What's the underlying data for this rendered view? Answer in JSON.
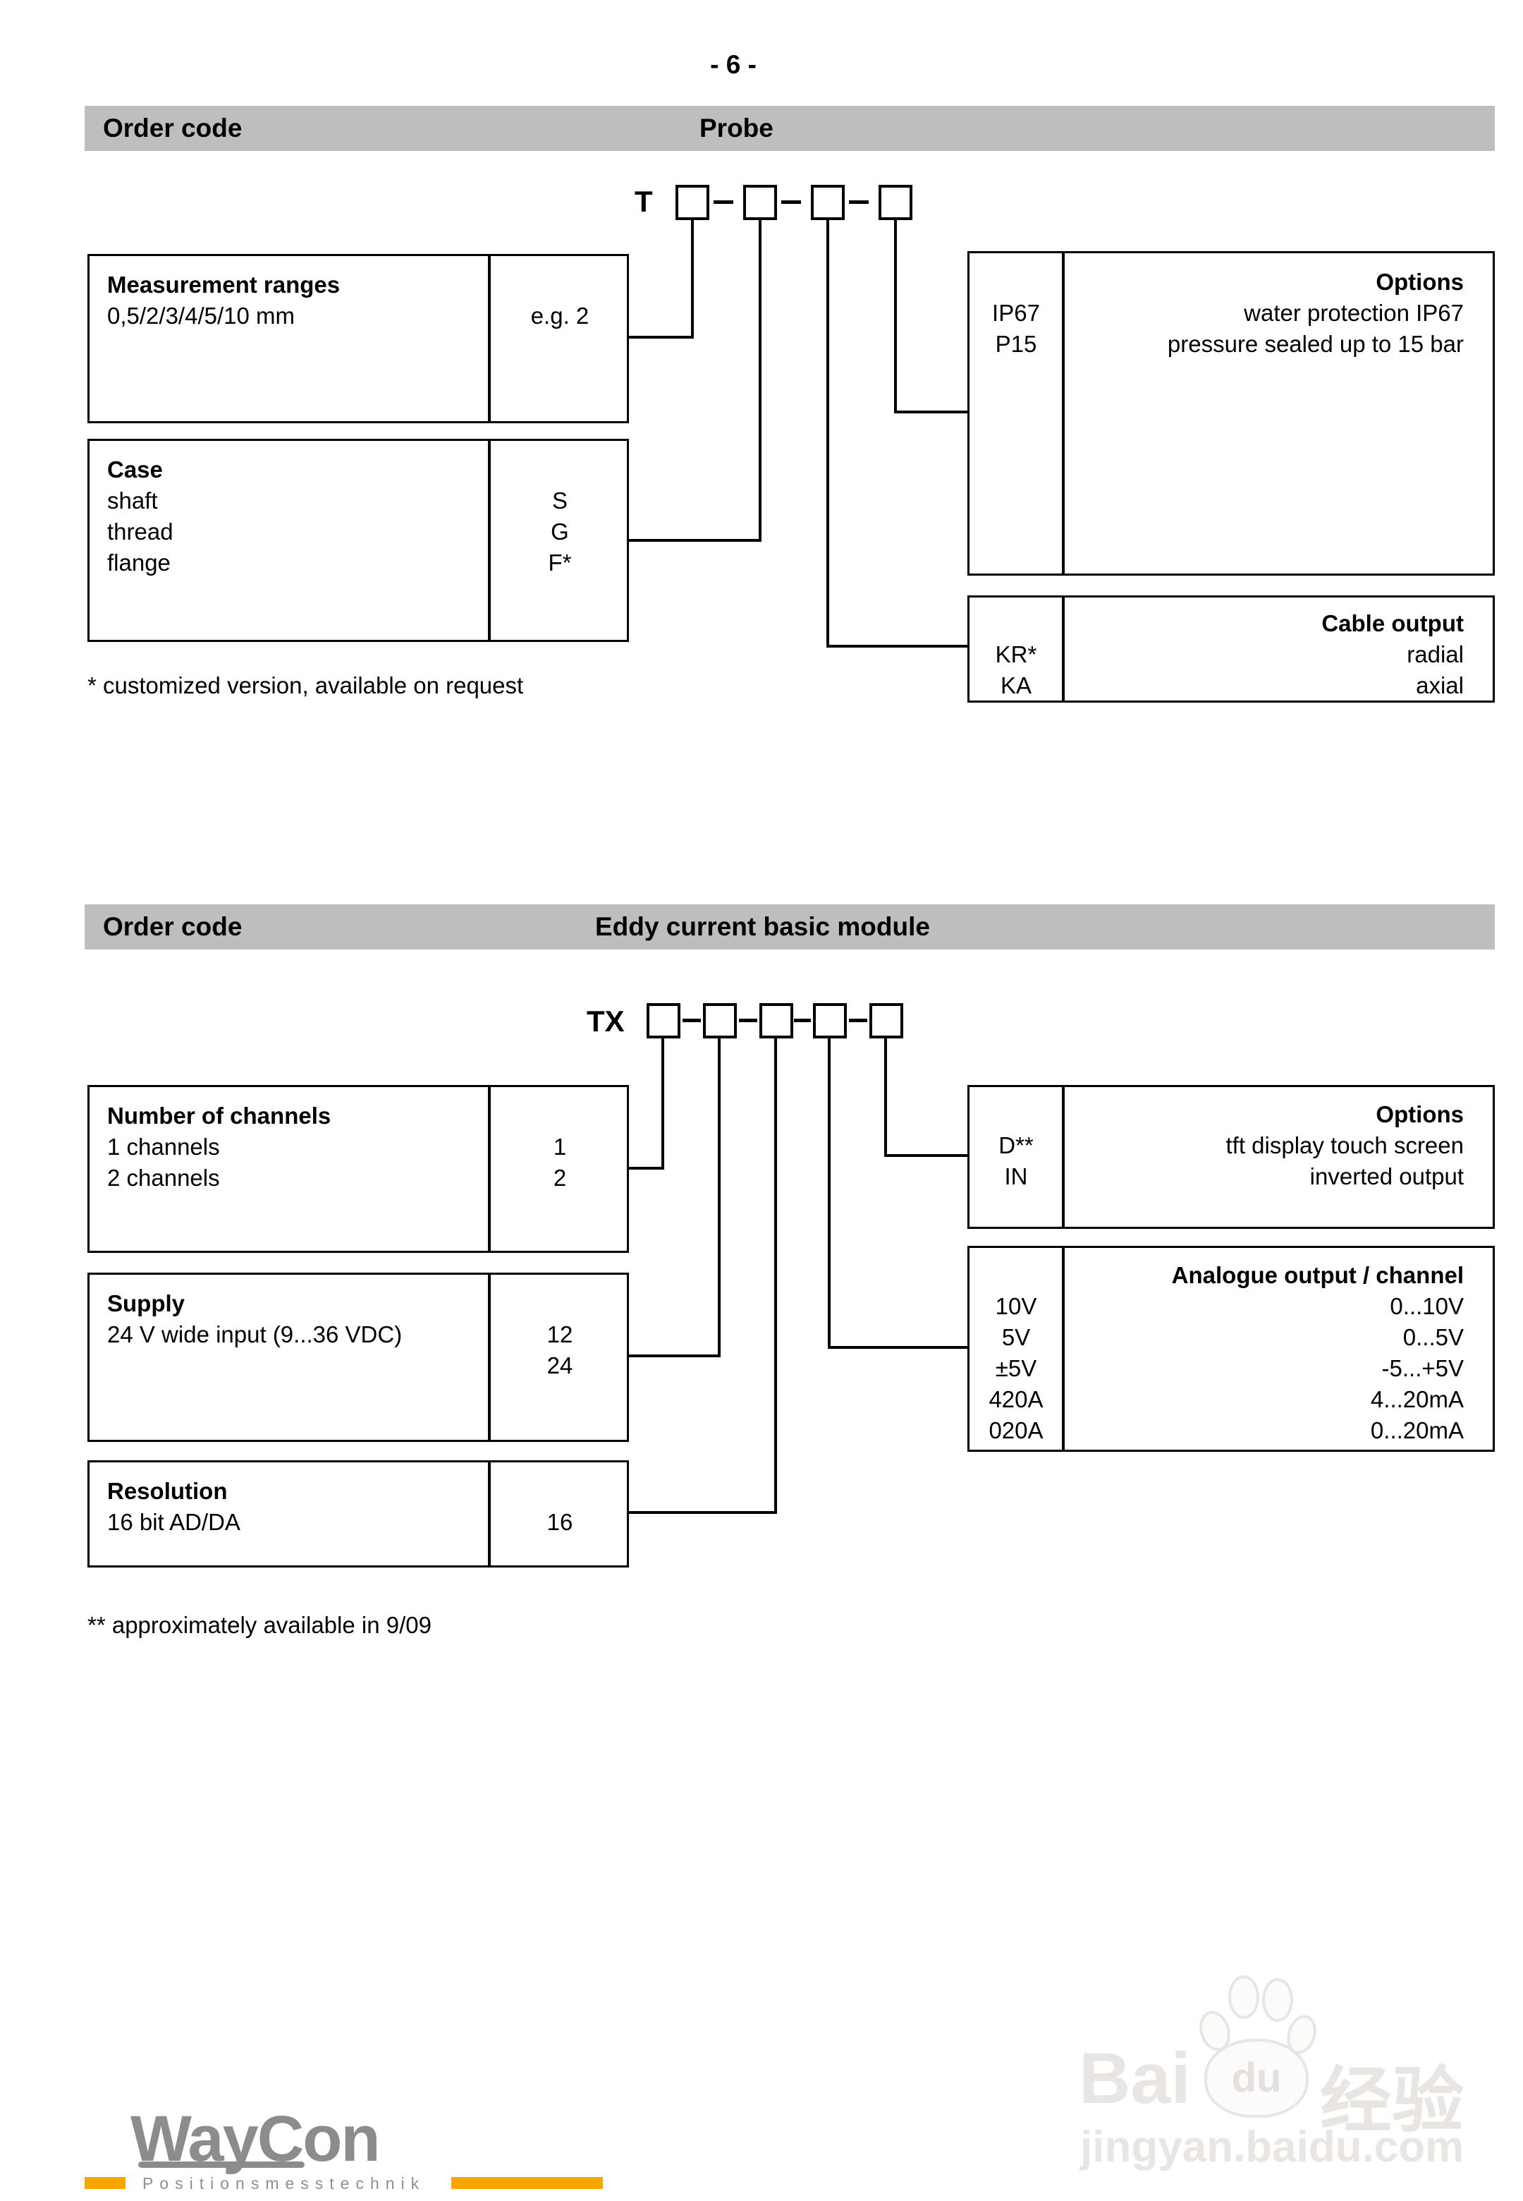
{
  "page": {
    "number": "- 6 -"
  },
  "colors": {
    "bar_gray": "#BEBEBE",
    "line_black": "#000000",
    "logo_gray": "#8C8C8C",
    "accent_orange": "#F7A600",
    "watermark_gray": "#E8E5E2"
  },
  "section1": {
    "header": {
      "left": "Order code",
      "right": "Probe"
    },
    "diagram": {
      "prefix": "T"
    },
    "measurement": {
      "title": "Measurement ranges",
      "desc": "0,5/2/3/4/5/10 mm",
      "value": "e.g. 2"
    },
    "case": {
      "title": "Case",
      "items": [
        "shaft",
        "thread",
        "flange"
      ],
      "values": [
        "S",
        "G",
        "F*"
      ]
    },
    "options": {
      "title": "Options",
      "codes": [
        "IP67",
        "P15"
      ],
      "lines": [
        "water protection IP67",
        "pressure sealed up to 15 bar"
      ]
    },
    "cable": {
      "title": "Cable output",
      "codes": [
        "KR*",
        "KA"
      ],
      "lines": [
        "radial",
        "axial"
      ]
    },
    "footnote": "* customized version, available on request"
  },
  "section2": {
    "header": {
      "left": "Order code",
      "right": "Eddy current basic module"
    },
    "diagram": {
      "prefix": "TX"
    },
    "channels": {
      "title": "Number of channels",
      "items": [
        "1 channels",
        "2 channels"
      ],
      "values": [
        "1",
        "2"
      ]
    },
    "supply": {
      "title": "Supply",
      "items": [
        "24 V wide input (9...36 VDC)"
      ],
      "values": [
        "12",
        "24"
      ]
    },
    "resolution": {
      "title": "Resolution",
      "items": [
        "16 bit AD/DA"
      ],
      "values": [
        "16"
      ]
    },
    "options": {
      "title": "Options",
      "codes": [
        "D**",
        "IN"
      ],
      "lines": [
        "tft display touch screen",
        "inverted output"
      ]
    },
    "analogue": {
      "title": "Analogue output / channel",
      "codes": [
        "10V",
        "5V",
        "±5V",
        "420A",
        "020A"
      ],
      "lines": [
        "0...10V",
        "0...5V",
        "-5...+5V",
        "4...20mA",
        "0...20mA"
      ]
    },
    "footnote": "** approximately available in 9/09"
  },
  "footer": {
    "brand": "WayCon",
    "tagline": "Positionsmesstechnik"
  },
  "watermark": {
    "brand": "Bai",
    "du": "du",
    "cn": "经验",
    "url": "jingyan.baidu.com"
  }
}
